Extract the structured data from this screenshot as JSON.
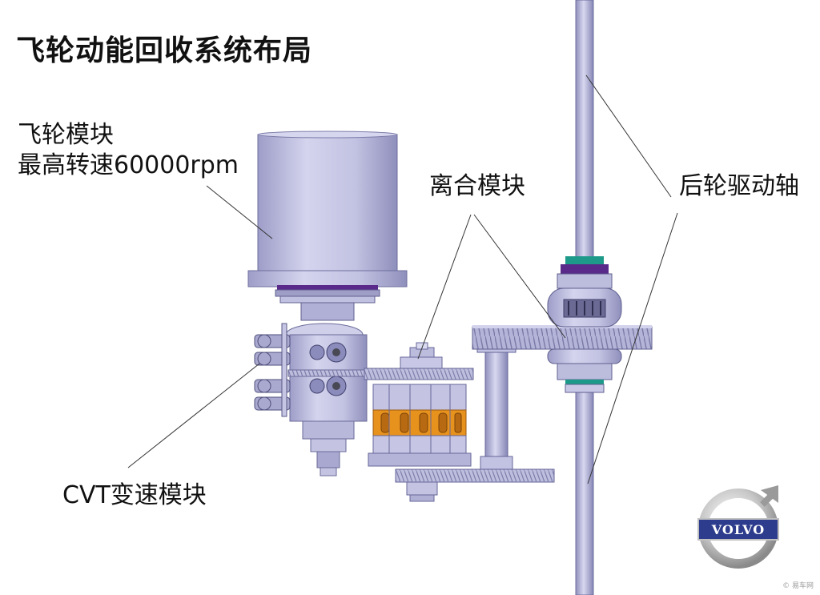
{
  "title": "飞轮动能回收系统布局",
  "labels": {
    "flywheel_line1": "飞轮模块",
    "flywheel_line2": "最高转速60000rpm",
    "clutch": "离合模块",
    "rear_axle": "后轮驱动轴",
    "cvt": "CVT变速模块"
  },
  "logo": {
    "text": "VOLVO"
  },
  "watermark": "© 易车网",
  "colors": {
    "part_body": "#c9c9e6",
    "part_shade": "#9a9ac4",
    "orange_ring": "#e8921e",
    "purple_seal": "#5a2a8a",
    "teal_seal": "#1e9a8a",
    "logo_blue": "#2d3c8c"
  }
}
